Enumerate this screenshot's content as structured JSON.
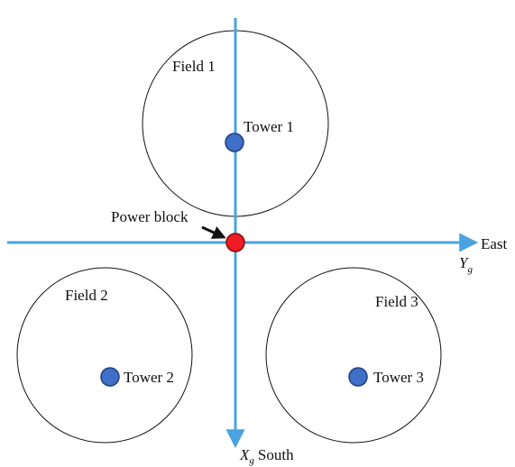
{
  "colors": {
    "axis": "#4aa3df",
    "tower_fill": "#3f6fc6",
    "tower_stroke": "#1f3f80",
    "power_fill": "#ee1c24",
    "power_stroke": "#8a0a0f",
    "field_stroke": "#111111",
    "arrow": "#111111"
  },
  "fields": [
    {
      "label": "Field 1",
      "tower_label": "Tower 1"
    },
    {
      "label": "Field 2",
      "tower_label": "Tower 2"
    },
    {
      "label": "Field 3",
      "tower_label": "Tower 3"
    }
  ],
  "power_block": {
    "label": "Power block"
  },
  "axes": {
    "east_label": "East",
    "y_symbol": "Y",
    "y_subscript": "g",
    "x_symbol": "X",
    "x_subscript": "g",
    "south_label": "South"
  }
}
